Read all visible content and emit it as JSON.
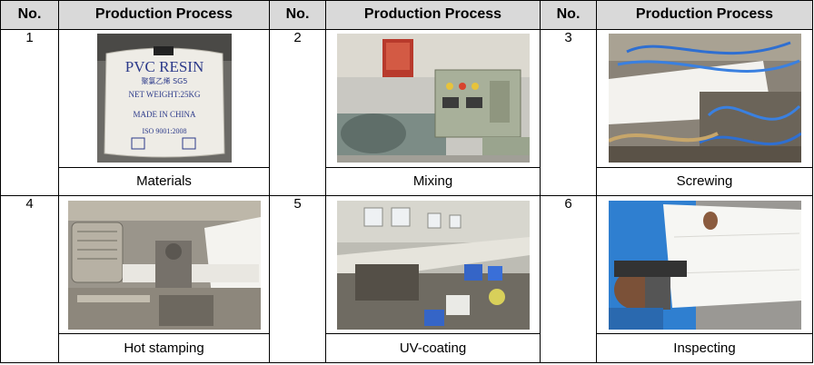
{
  "header": {
    "no_label": "No.",
    "process_label": "Production Process"
  },
  "steps": [
    {
      "no": "1",
      "caption": "Materials",
      "photo_icon": "pvc-resin-bag",
      "bag_text": [
        "PVC RESIN",
        "聚氯乙烯 SG5",
        "NET WEIGHT:25KG",
        "MADE IN CHINA",
        "ISO 9001:2008"
      ]
    },
    {
      "no": "2",
      "caption": "Mixing",
      "photo_icon": "mixing-machine"
    },
    {
      "no": "3",
      "caption": "Screwing",
      "photo_icon": "screw-extruder"
    },
    {
      "no": "4",
      "caption": "Hot stamping",
      "photo_icon": "hot-stamping-machine"
    },
    {
      "no": "5",
      "caption": "UV-coating",
      "photo_icon": "uv-coating-line"
    },
    {
      "no": "6",
      "caption": "Inspecting",
      "photo_icon": "inspecting-panel"
    }
  ],
  "colors": {
    "header_bg": "#d9d9d9",
    "border": "#000000"
  }
}
